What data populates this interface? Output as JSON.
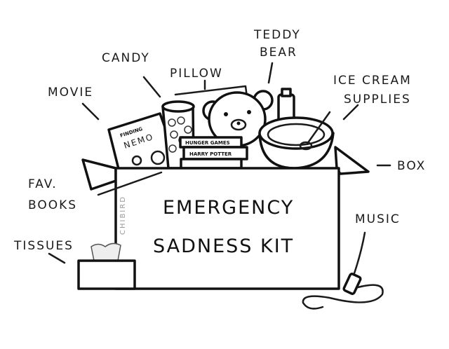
{
  "title": {
    "line1": "EMERGENCY",
    "line2": "SADNESS KIT"
  },
  "labels": {
    "teddy_bear": {
      "line1": "TEDDY",
      "line2": "BEAR"
    },
    "candy": "CANDY",
    "pillow": "PILLOW",
    "movie": "MOVIE",
    "ice_cream": {
      "line1": "ICE CREAM",
      "line2": "SUPPLIES"
    },
    "box": "BOX",
    "fav_books": {
      "line1": "FAV.",
      "line2": "BOOKS"
    },
    "music": "MUSIC",
    "tissues": "TISSUES"
  },
  "items": {
    "movie_title": {
      "line1": "FINDING",
      "line2": "NEMO"
    },
    "books": [
      "HUNGER GAMES",
      "HARRY POTTER",
      ""
    ]
  },
  "signature": "CHIBIRD"
}
